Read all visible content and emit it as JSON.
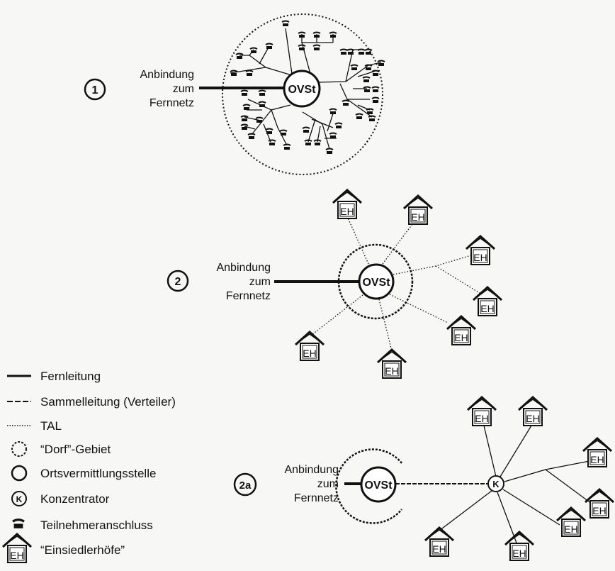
{
  "scenario_1": {
    "number": "1",
    "node": "OVSt",
    "link_label": [
      "Anbindung",
      "zum",
      "Fernnetz"
    ]
  },
  "scenario_2": {
    "number": "2",
    "node": "OVSt",
    "link_label": [
      "Anbindung",
      "zum",
      "Fernnetz"
    ],
    "house_label": "EH"
  },
  "scenario_2a": {
    "number": "2a",
    "node": "OVSt",
    "concentrator": "K",
    "link_label": [
      "Anbindung",
      "zum",
      "Fernnetz"
    ],
    "house_label": "EH"
  },
  "legend": [
    {
      "symbol": "solid-line",
      "label": "Fernleitung"
    },
    {
      "symbol": "dashed-line",
      "label": "Sammelleitung (Verteiler)"
    },
    {
      "symbol": "dotted-line",
      "label": "TAL"
    },
    {
      "symbol": "dashed-circle",
      "label": "“Dorf”-Gebiet"
    },
    {
      "symbol": "circle",
      "label": "Ortsvermittlungsstelle"
    },
    {
      "symbol": "k-circle",
      "label": "Konzentrator"
    },
    {
      "symbol": "telephone",
      "label": "Teilnehmeranschluss"
    },
    {
      "symbol": "house",
      "label": "“Einsiedlerhöfe”"
    }
  ]
}
